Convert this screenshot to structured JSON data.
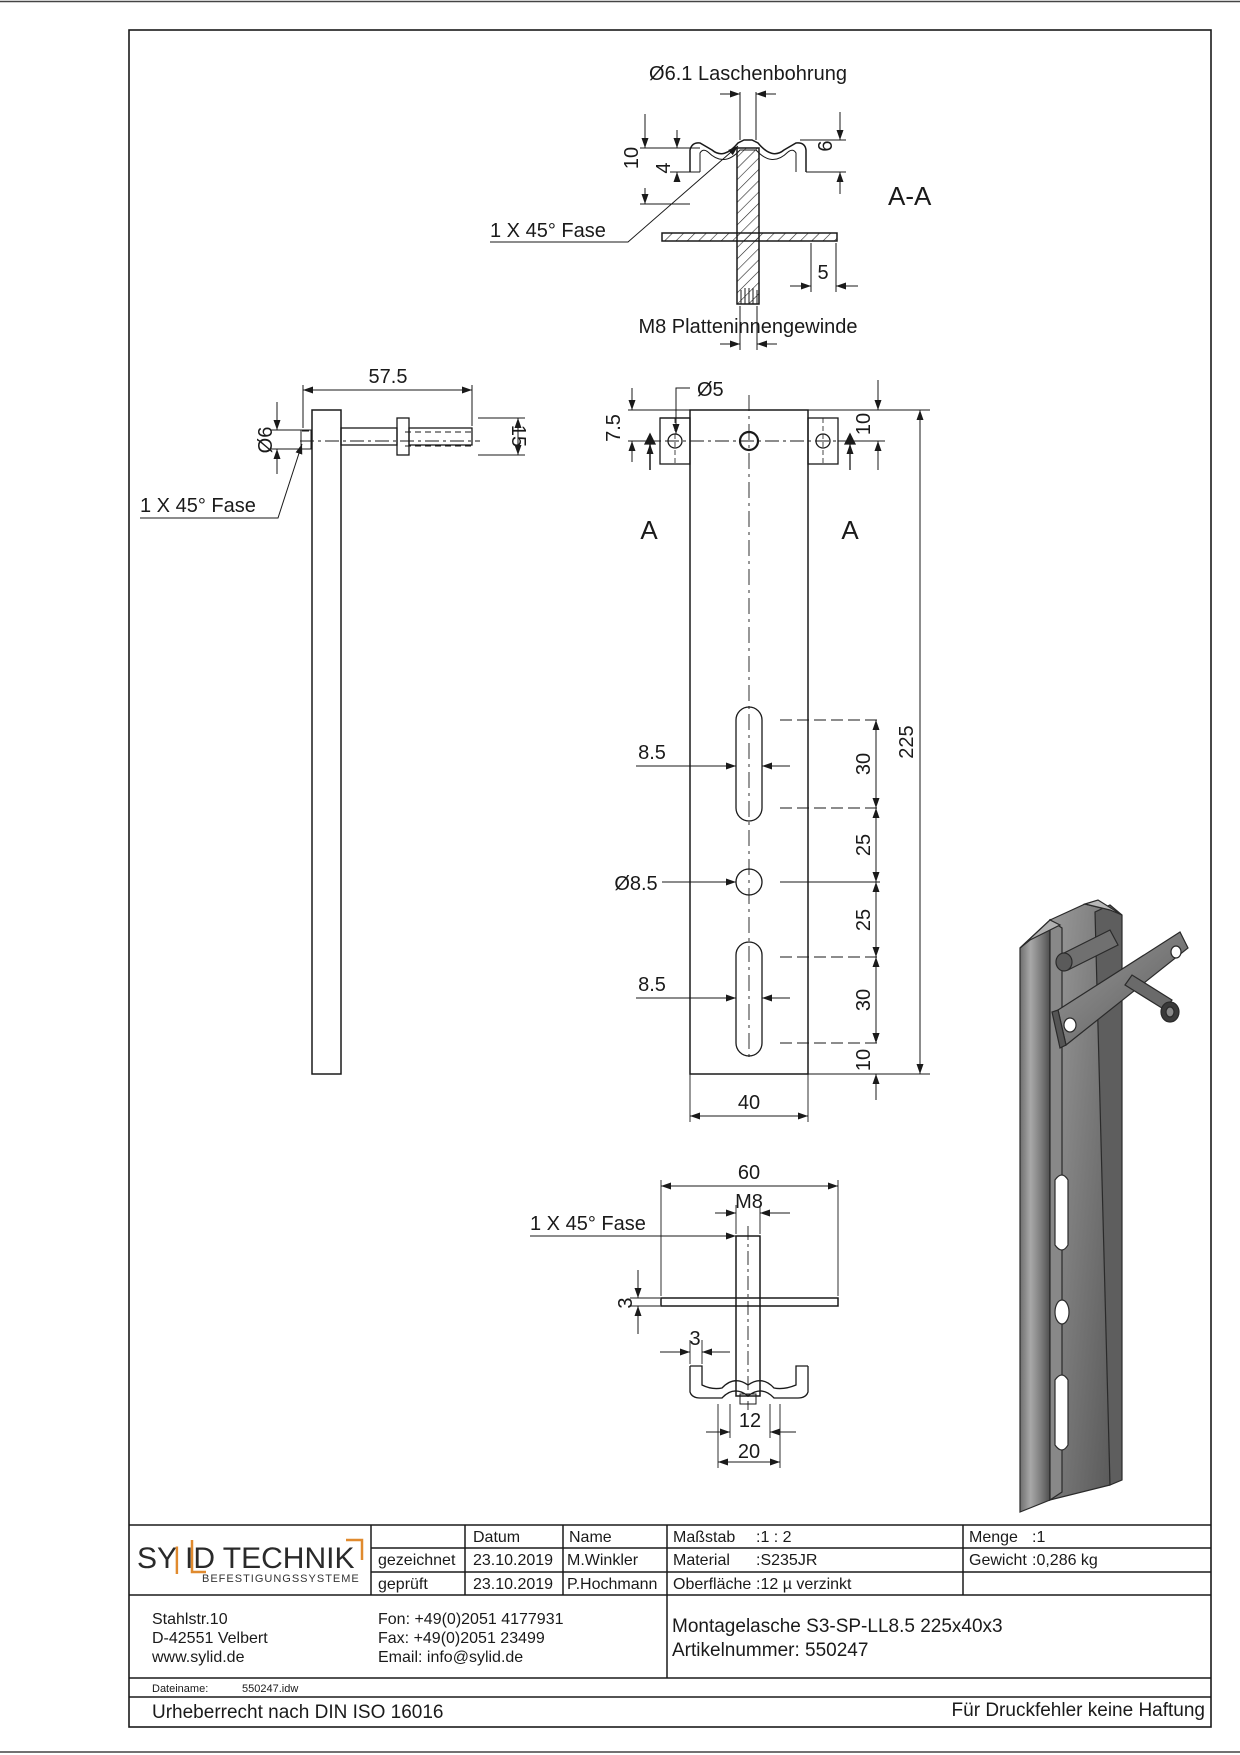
{
  "section_view": {
    "title": "A-A",
    "bore_label": "Ø6.1 Laschenbohrung",
    "chamfer_label": "1 X 45° Fase",
    "thread_label": "M8 Platteninnengewinde",
    "dims": {
      "d10": "10",
      "d4": "4",
      "d6": "6",
      "d5": "5"
    }
  },
  "side_view": {
    "chamfer_label": "1 X 45° Fase",
    "dims": {
      "length": "57.5",
      "dia": "Ø6",
      "d15": "15"
    }
  },
  "front_view": {
    "section_marker": "A",
    "dims": {
      "hole_small": "Ø5",
      "d7_5": "7.5",
      "d10_top": "10",
      "total": "225",
      "slot1": "8.5",
      "d30_a": "30",
      "d25_a": "25",
      "hole_mid": "Ø8.5",
      "d25_b": "25",
      "slot2": "8.5",
      "d30_b": "30",
      "d10_bot": "10",
      "width": "40"
    }
  },
  "bottom_view": {
    "chamfer_label": "1 X 45° Fase",
    "dims": {
      "d60": "60",
      "m8": "M8",
      "d3_plate": "3",
      "d3_gap": "3",
      "d12": "12",
      "d20": "20"
    }
  },
  "title_block": {
    "logo": {
      "sy": "SY",
      "bar": "|",
      "id": "ID TECHNIK",
      "tagline": "BEFESTIGUNGSSYSTEME"
    },
    "headers": {
      "datum": "Datum",
      "name": "Name"
    },
    "drawn": {
      "label": "gezeichnet",
      "date": "23.10.2019",
      "name": "M.Winkler"
    },
    "checked": {
      "label": "geprüft",
      "date": "23.10.2019",
      "name": "P.Hochmann"
    },
    "scale": {
      "label": "Maßstab",
      "value": ":1 : 2"
    },
    "material": {
      "label": "Material",
      "value": ":S235JR"
    },
    "surface": {
      "label": "Oberfläche",
      "value": ":12 µ verzinkt"
    },
    "quantity": {
      "label": "Menge",
      "value": ":1"
    },
    "weight": {
      "label": "Gewicht",
      "value": ":0,286 kg"
    },
    "address": {
      "street": "Stahlstr.10",
      "city": "D-42551 Velbert",
      "web": "www.sylid.de"
    },
    "contact": {
      "phone": "Fon: +49(0)2051 4177931",
      "fax": "Fax: +49(0)2051 23499",
      "email": "Email: info@sylid.de"
    },
    "part": {
      "name": "Montagelasche S3-SP-LL8.5 225x40x3",
      "number": "Artikelnummer: 550247"
    },
    "file": {
      "label": "Dateiname:",
      "value": "550247.idw"
    },
    "copyright": "Urheberrecht nach DIN ISO 16016",
    "disclaimer": "Für Druckfehler keine Haftung"
  }
}
